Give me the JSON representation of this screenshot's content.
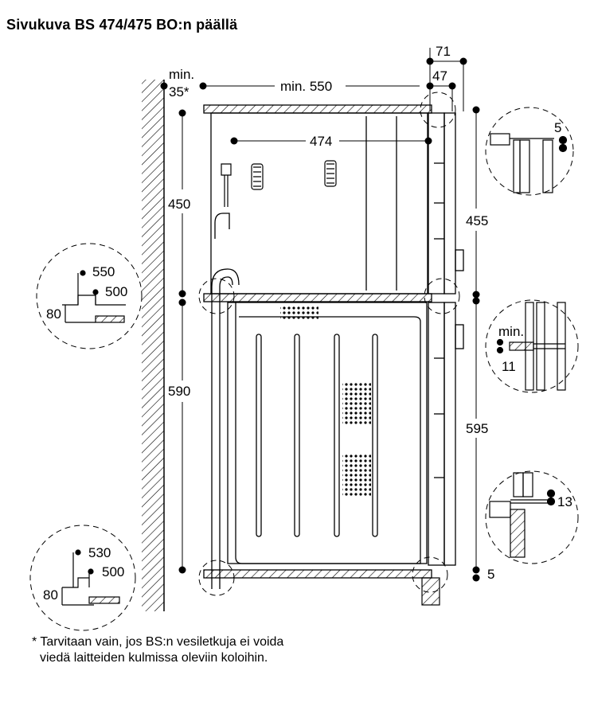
{
  "title": "Sivukuva BS 474/475 BO:n päällä",
  "dimensions": {
    "top_71": "71",
    "top_47": "47",
    "min_label": "min.",
    "min_35": "35*",
    "min_550": "min. 550",
    "d474": "474",
    "d450": "450",
    "d455": "455",
    "d590": "590",
    "d595": "595",
    "d5_top": "5",
    "d5_bottom": "5",
    "d13": "13",
    "detail_min": "min.",
    "d11": "11",
    "left_top_550": "550",
    "left_top_500": "500",
    "left_top_80": "80",
    "left_bot_530": "530",
    "left_bot_500": "500",
    "left_bot_80": "80"
  },
  "footnote": {
    "line1": "* Tarvitaan vain, jos BS:n vesiletkuja ei voida",
    "line2": "viedä laitteiden kulmissa oleviin koloihin."
  }
}
